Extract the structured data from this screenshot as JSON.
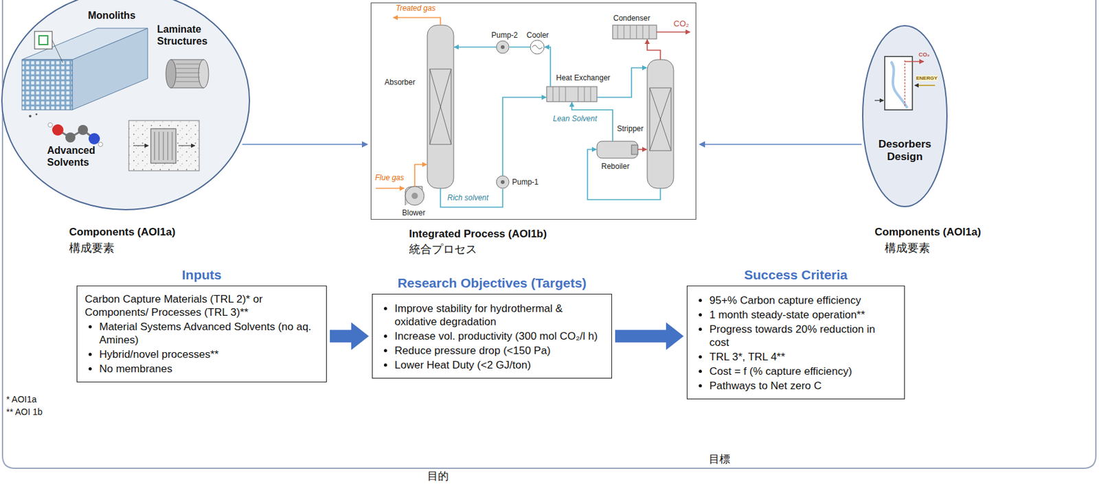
{
  "diagram": {
    "nodes": [
      {
        "text": [
          "Monoliths",
          "Laminate Structures",
          "Advanced Solvents",
          "Components (AOI1a)",
          "構成要素"
        ]
      },
      {
        "text": [
          "Integrated Process (AOI1b)",
          "統合プロセス"
        ]
      },
      {
        "text": [
          "Desorbers Design",
          "Components (AOI1a)",
          "構成要素"
        ]
      },
      {
        "text": [
          "Inputs",
          "Carbon Capture Materials (TRL 2)* or Components/ Processes (TRL 3)**",
          "Material Systems Advanced Solvents (no aq. Amines)",
          "Hybrid/novel processes**",
          "No membranes"
        ]
      },
      {
        "text": [
          "Research Objectives (Targets)",
          "Improve stability for hydrothermal & oxidative degradation",
          "Increase vol. productivity (300 mol CO₂/l h)",
          "Reduce pressure drop (<150 Pa)",
          "Lower Heat Duty (<2 GJ/ton)"
        ]
      },
      {
        "text": [
          "Success Criteria",
          "95+% Carbon capture efficiency",
          "1 month steady-state operation**",
          "Progress towards 20% reduction in cost",
          "TRL 3*, TRL 4**",
          "Cost = f (% capture efficiency)",
          "Pathways to Net zero C"
        ]
      }
    ],
    "edges": [
      {
        "from": 0,
        "to": 1,
        "arrow": "to"
      },
      {
        "from": 2,
        "to": 1,
        "arrow": "to"
      },
      {
        "from": 3,
        "to": 4,
        "arrow": "to"
      },
      {
        "from": 4,
        "to": 5,
        "arrow": "to"
      }
    ],
    "labels": [
      "Treated gas",
      "CO₂",
      "Condenser",
      "Absorber",
      "Pump-2",
      "Cooler",
      "Heat Exchanger",
      "Stripper",
      "Lean Solvent",
      "Reboiler",
      "Rich solvent",
      "Pump-1",
      "Flue gas",
      "Blower",
      "CO₂",
      "ENERGY",
      "* AOI1a",
      "** AOI 1b",
      "目的",
      "目標"
    ]
  }
}
